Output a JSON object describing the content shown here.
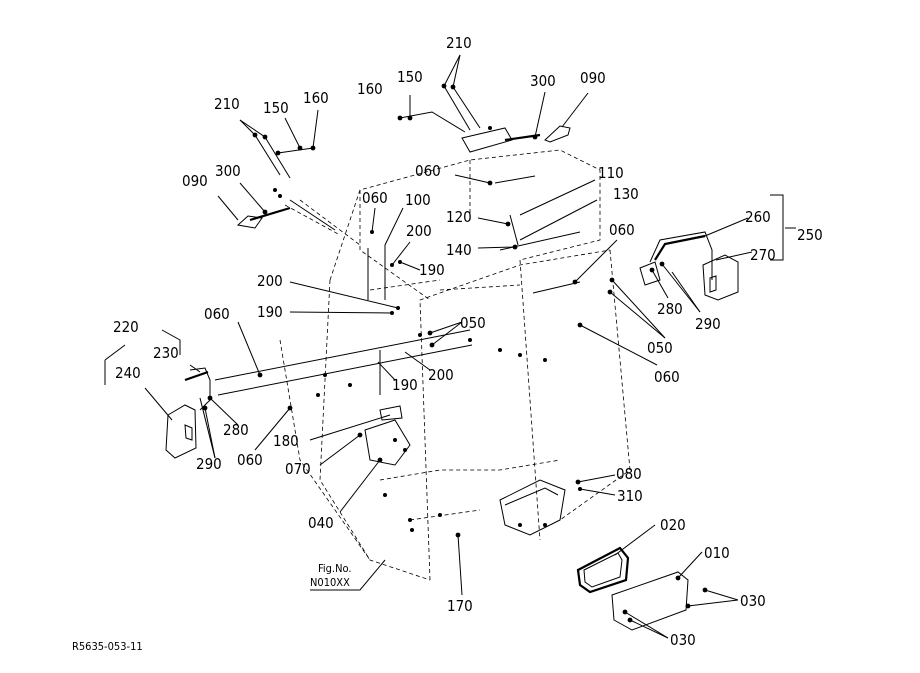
{
  "diagram": {
    "figure_number_label": "Fig.No.",
    "figure_number": "N010XX",
    "drawing_code": "R5635-053-11",
    "callouts": {
      "c210_top": "210",
      "c160_top": "160",
      "c150_top": "150",
      "c300_right": "300",
      "c090_right": "090",
      "c210_left": "210",
      "c150_left": "150",
      "c160_left": "160",
      "c090_left": "090",
      "c300_left": "300",
      "c060_a": "060",
      "c060_b": "060",
      "c100": "100",
      "c110": "110",
      "c130": "130",
      "c120": "120",
      "c140": "140",
      "c200_a": "200",
      "c190_a": "190",
      "c200_b": "200",
      "c190_b": "190",
      "c060_c": "060",
      "c260": "260",
      "c270": "270",
      "c250": "250",
      "c280_right": "280",
      "c290_right": "290",
      "c050_right": "050",
      "c060_d": "060",
      "c220": "220",
      "c230": "230",
      "c240": "240",
      "c060_e": "060",
      "c050_center": "050",
      "c190_c": "190",
      "c200_c": "200",
      "c280_left": "280",
      "c290_left": "290",
      "c060_f": "060",
      "c180": "180",
      "c070": "070",
      "c040": "040",
      "c080": "080",
      "c310": "310",
      "c020": "020",
      "c010": "010",
      "c030_a": "030",
      "c030_b": "030",
      "c170": "170"
    }
  }
}
